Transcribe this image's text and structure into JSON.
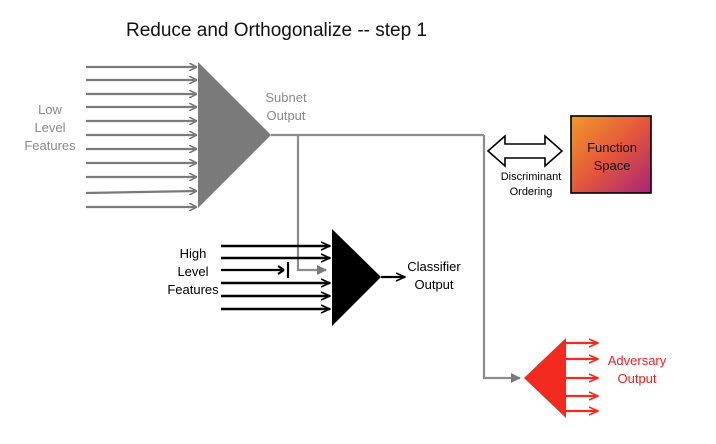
{
  "title": "Reduce and Orthogonalize -- step 1",
  "labels": {
    "low_level": [
      "Low",
      "Level",
      "Features"
    ],
    "subnet": [
      "Subnet",
      "Output"
    ],
    "high_level": [
      "High",
      "Level",
      "Features"
    ],
    "classifier": [
      "Classifier",
      "Output"
    ],
    "discriminant": [
      "Discriminant",
      "Ordering"
    ],
    "function_space": [
      "Function",
      "Space"
    ],
    "adversary": [
      "Adversary",
      "Output"
    ]
  },
  "colors": {
    "subnet_gray": "#7a7a7a",
    "classifier_black": "#000000",
    "adversary_red": "#f22a1f",
    "function_space_gradient": [
      "#f29a2a",
      "#e4573a",
      "#a8247a"
    ]
  }
}
